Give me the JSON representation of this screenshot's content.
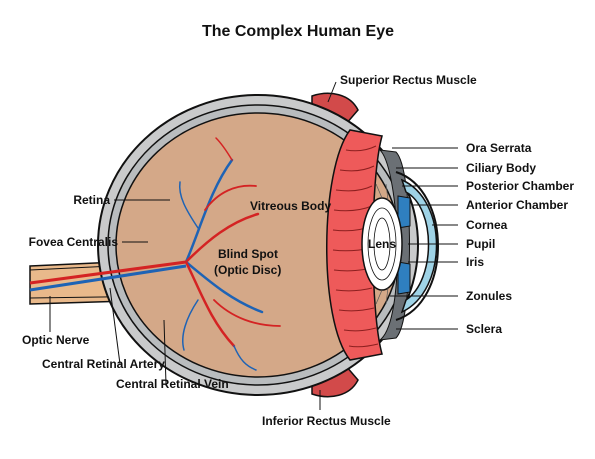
{
  "title": "The Complex Human Eye",
  "labels": {
    "superior_rectus": "Superior Rectus Muscle",
    "ora_serrata": "Ora Serrata",
    "ciliary_body": "Ciliary Body",
    "posterior_chamber": "Posterior Chamber",
    "anterior_chamber": "Anterior Chamber",
    "cornea": "Cornea",
    "pupil": "Pupil",
    "iris": "Iris",
    "zonules": "Zonules",
    "sclera": "Sclera",
    "retina": "Retina",
    "fovea": "Fovea Centralis",
    "vitreous": "Vitreous Body",
    "blind_spot_1": "Blind Spot",
    "blind_spot_2": "(Optic Disc)",
    "lens": "Lens",
    "optic_nerve": "Optic Nerve",
    "artery": "Central Retinal Artery",
    "vein": "Central Retinal Vein",
    "inferior_rectus": "Inferior Rectus Muscle"
  },
  "colors": {
    "vitreous": "#d4a888",
    "sclera": "#c9cacb",
    "retina_band": "#b9bcbe",
    "ciliary": "#ee5a5a",
    "muscle": "#d24a4a",
    "cornea": "#9fd3e6",
    "iris": "#2f7fbf",
    "lens": "#ffffff",
    "artery": "#d42323",
    "vein": "#1e63b5",
    "nerve": "#e9b98b",
    "outline": "#111111"
  }
}
